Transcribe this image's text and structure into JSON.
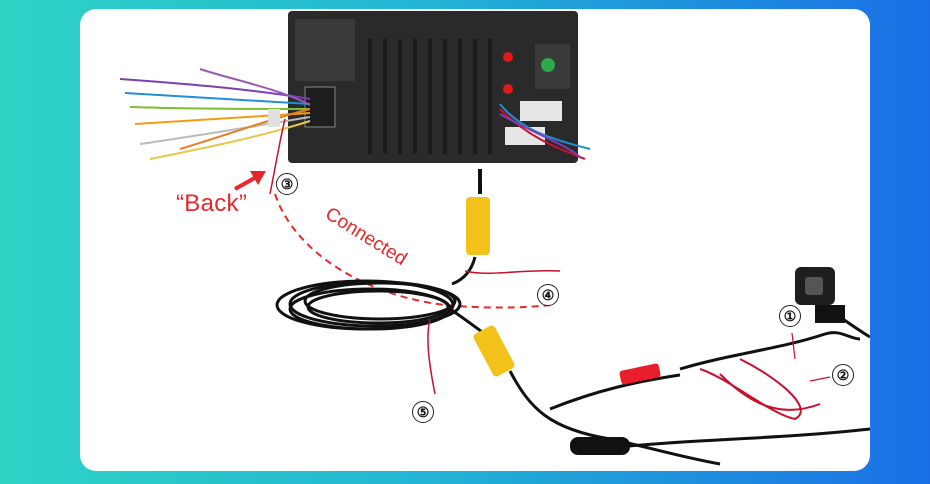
{
  "labels": {
    "back": "“Back”",
    "connected": "Connected"
  },
  "markers": [
    "③",
    "④",
    "①",
    "②",
    "⑤"
  ],
  "colors": {
    "accent": "#e8262b",
    "card": "#ffffff",
    "unit": "#2a2a2a",
    "rca_yellow": "#f2c21b",
    "cable": "#111111",
    "wire_red": "#c8102e"
  }
}
